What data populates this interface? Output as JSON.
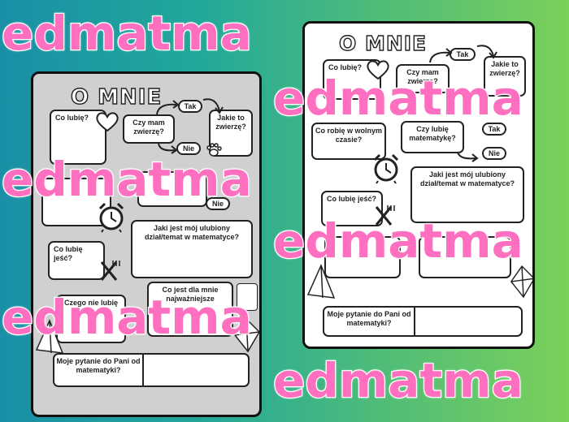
{
  "watermark": "edmatma",
  "left_sheet": {
    "title": "O MNIE",
    "q_likes": "Co lubię?",
    "q_pet": "Czy mam zwierzę?",
    "yes": "Tak",
    "no": "Nie",
    "q_which_pet": "Jakie to zwierzę?",
    "q_no2": "Nie",
    "q_favorite_topic": "Jaki jest mój ulubiony dział/temat w matematyce?",
    "q_food": "Co lubię jeść?",
    "q_dislike": "Czego nie lubię",
    "q_important": "Co jest dla mnie najważniejsze",
    "q_question": "Moje pytanie do Pani od matematyki?"
  },
  "right_sheet": {
    "title": "O MNIE",
    "q_likes": "Co lubię?",
    "q_pet": "Czy mam zwierzę?",
    "yes": "Tak",
    "q_which_pet": "Jakie to zwierzę?",
    "q_free_time": "Co robię w wolnym czasie?",
    "q_like_math": "Czy lubię matematykę?",
    "yes2": "Tak",
    "no2": "Nie",
    "q_favorite_topic": "Jaki jest mój ulubiony dział/temat w matematyce?",
    "q_food": "Co lubię jeść?",
    "q_question": "Moje pytanie do Pani od matematyki?"
  }
}
